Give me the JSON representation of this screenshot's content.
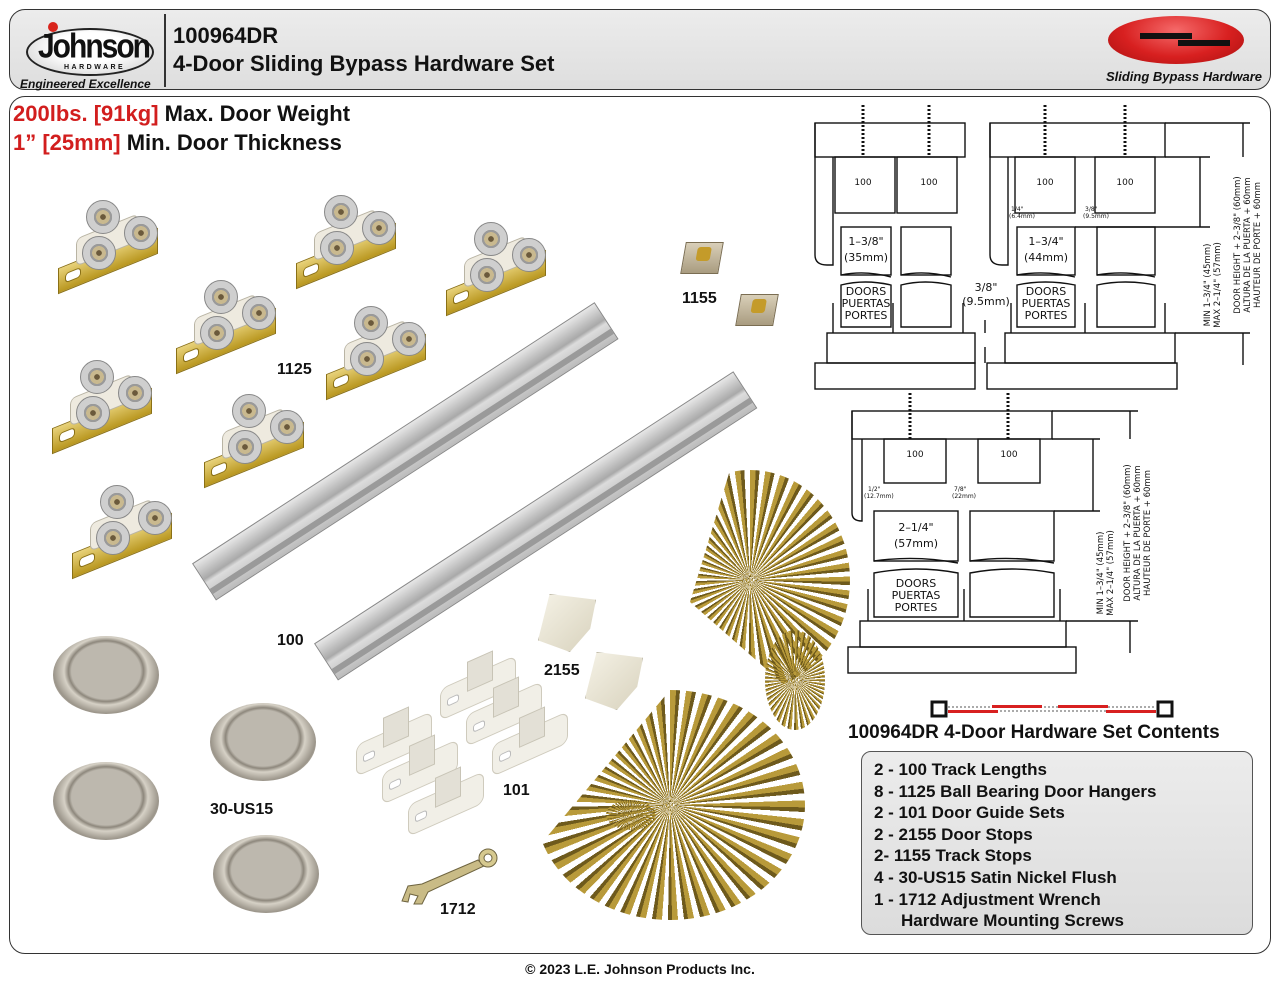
{
  "header": {
    "logo": {
      "wordmark": "Johnson",
      "sub": "HARDWARE",
      "tagline": "Engineered Excellence"
    },
    "sku": "100964DR",
    "title": "4-Door Sliding Bypass Hardware Set",
    "category": "Sliding Bypass Hardware",
    "brand_color": "#d82020"
  },
  "specs": [
    {
      "value": "200lbs. [91kg]",
      "label": "Max. Door Weight"
    },
    {
      "value": "1” [25mm]",
      "label": "Min. Door Thickness"
    }
  ],
  "part_labels": {
    "hanger": "1125",
    "track": "100",
    "track_stop": "1155",
    "door_stop": "2155",
    "guide": "101",
    "flush_pull": "30-US15",
    "wrench": "1712"
  },
  "diagrams": {
    "track_label": "100",
    "door_label": [
      "DOORS",
      "PUERTAS",
      "PORTES"
    ],
    "d1": {
      "thickness": "1–3/8\"",
      "thickness_mm": "(35mm)"
    },
    "d2": {
      "thickness": "1–3/4\"",
      "thickness_mm": "(44mm)",
      "gap_left": "1/4\"",
      "gap_left_mm": "(6.4mm)",
      "gap_right": "3/8\"",
      "gap_right_mm": "(9.5mm)",
      "floor_gap": "3/8\"",
      "floor_gap_mm": "(9.5mm)"
    },
    "d3": {
      "thickness": "2–1/4\"",
      "thickness_mm": "(57mm)",
      "gap_left": "1/2\"",
      "gap_left_mm": "(12.7mm)",
      "gap_right": "7/8\"",
      "gap_right_mm": "(22mm)"
    },
    "dim_min": "MIN  1–3/4\"  (45mm)",
    "dim_max": "MAX  2–1/4\"  (57mm)",
    "dim_height_1": "DOOR HEIGHT  +  2–3/8\"  (60mm)",
    "dim_height_2": "ALTURA DE LA PUERTA  +  60mm",
    "dim_height_3": "HAUTEUR DE PORTE  +  60mm"
  },
  "contents": {
    "title": "100964DR 4-Door Hardware Set Contents",
    "items": [
      "2 - 100 Track Lengths",
      "8 - 1125 Ball Bearing Door Hangers",
      "2 - 101 Door Guide Sets",
      "2 - 2155 Door Stops",
      "2- 1155 Track Stops",
      "4 - 30-US15 Satin Nickel Flush",
      "1 - 1712 Adjustment Wrench",
      "Hardware Mounting Screws"
    ]
  },
  "footer": "© 2023 L.E. Johnson Products Inc."
}
